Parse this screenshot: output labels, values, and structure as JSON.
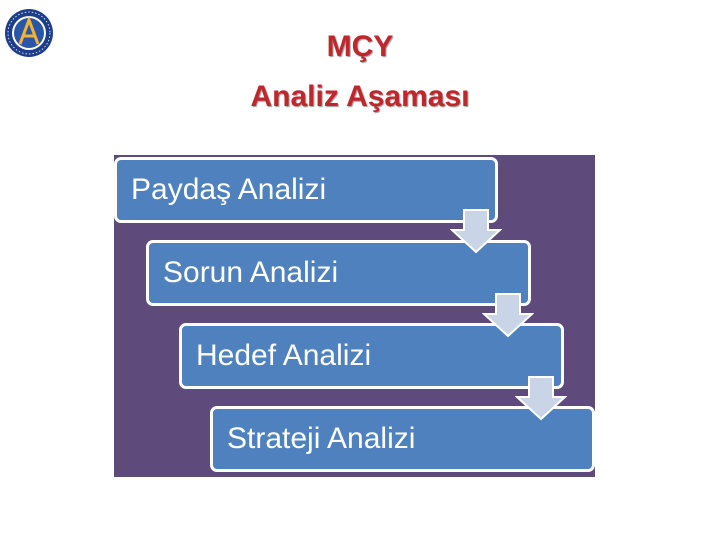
{
  "logo": {
    "icon": "university-seal-icon"
  },
  "header": {
    "title_line1": "MÇY",
    "title_line2": "Analiz Aşaması"
  },
  "steps": [
    {
      "label": "Paydaş Analizi"
    },
    {
      "label": "Sorun Analizi"
    },
    {
      "label": "Hedef Analizi"
    },
    {
      "label": "Strateji Analizi"
    }
  ],
  "colors": {
    "title": "#c0262c",
    "panel": "#5e4b7c",
    "step_fill": "#4e81bd",
    "arrow_fill": "#c9d4e6"
  }
}
